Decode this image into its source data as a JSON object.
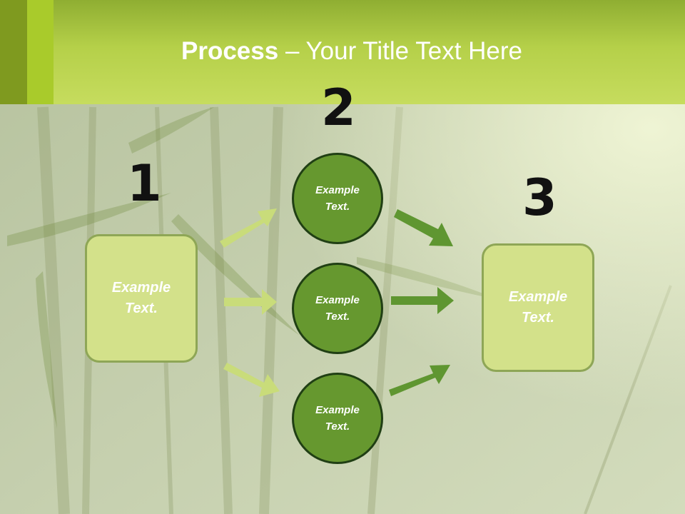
{
  "title": {
    "bold": "Process",
    "rest": " – Your Title Text Here"
  },
  "steps": [
    {
      "number": "1",
      "text": "Example Text."
    },
    {
      "number": "2",
      "text": "Example Text."
    },
    {
      "number": "3",
      "text": "Example Text."
    }
  ],
  "circles": [
    {
      "text": "Example Text."
    },
    {
      "text": "Example Text."
    },
    {
      "text": "Example Text."
    }
  ],
  "colors": {
    "header": "#b5d049",
    "box_fill": "#d3e18a",
    "circle_fill": "#66982f",
    "light_arrow": "#c9dc7a",
    "dark_arrow": "#5f9631"
  }
}
